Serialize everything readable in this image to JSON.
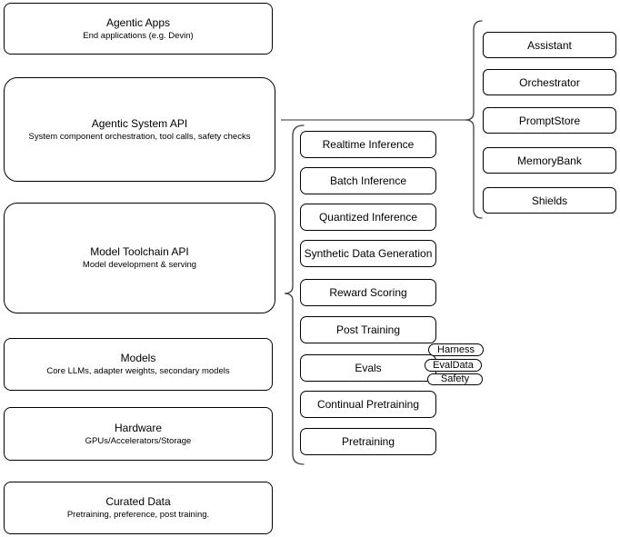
{
  "left_column": {
    "boxes": [
      {
        "title": "Agentic Apps",
        "subtitle": "End applications (e.g. Devin)"
      },
      {
        "title": "Agentic System API",
        "subtitle": "System component orchestration, tool calls, safety checks"
      },
      {
        "title": "Model Toolchain API",
        "subtitle": "Model development & serving"
      },
      {
        "title": "Models",
        "subtitle": "Core LLMs, adapter weights, secondary models"
      },
      {
        "title": "Hardware",
        "subtitle": "GPUs/Accelerators/Storage"
      },
      {
        "title": "Curated Data",
        "subtitle": "Pretraining, preference, post training."
      }
    ]
  },
  "toolchain_components": {
    "items": [
      "Realtime Inference",
      "Batch Inference",
      "Quantized Inference",
      "Synthetic Data Generation",
      "Reward Scoring",
      "Post Training",
      "Evals",
      "Continual Pretraining",
      "Pretraining"
    ],
    "eval_tags": [
      "Harness",
      "EvalData",
      "Safety"
    ]
  },
  "system_components": {
    "items": [
      "Assistant",
      "Orchestrator",
      "PromptStore",
      "MemoryBank",
      "Shields"
    ]
  },
  "colors": {
    "background": "#ffffff",
    "node_fill": "#ffffff",
    "node_border": "#000000",
    "brace_stroke": "#3d3d3d",
    "connector_stroke": "#757575",
    "text": "#000000"
  }
}
